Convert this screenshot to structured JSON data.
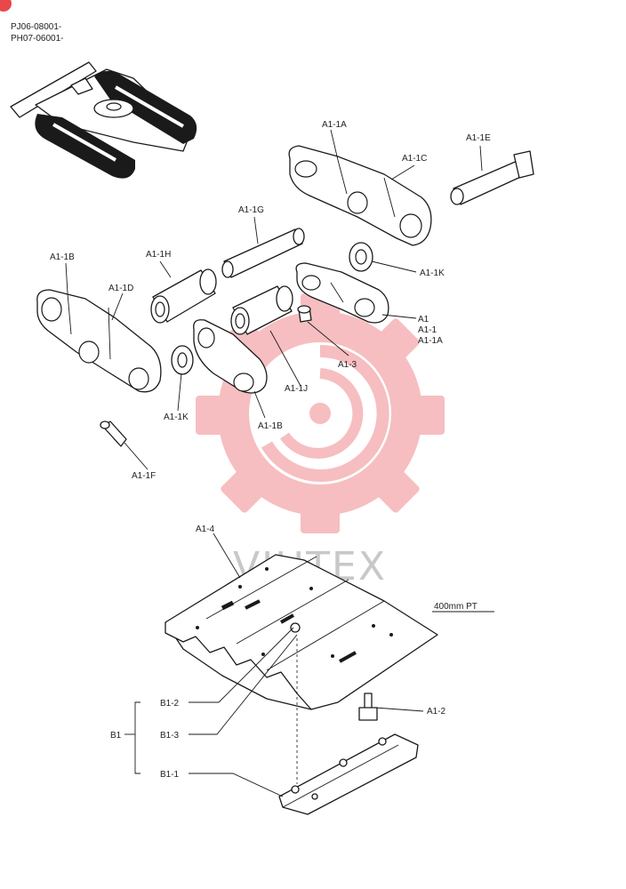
{
  "header": {
    "line1": "PJ06-08001-",
    "line2": "PH07-06001-"
  },
  "watermark": {
    "text": "VIHTEX",
    "color": "#e8474c"
  },
  "labels": {
    "a1_1a": "A1-1A",
    "a1_1c": "A1-1C",
    "a1_1e": "A1-1E",
    "a1_1g": "A1-1G",
    "a1_1b_left": "A1-1B",
    "a1_1h": "A1-1H",
    "a1_1d": "A1-1D",
    "a1_1k_right": "A1-1K",
    "a1": "A1",
    "a1_1": "A1-1",
    "a1_1a_2": "A1-1A",
    "a1_3": "A1-3",
    "a1_1j": "A1-1J",
    "a1_1k_left": "A1-1K",
    "a1_1b_bottom": "A1-1B",
    "a1_1f": "A1-1F",
    "a1_4": "A1-4",
    "shoe_spec": "400mm PT",
    "b1_2": "B1-2",
    "b1_3": "B1-3",
    "b1": "B1",
    "b1_1": "B1-1",
    "a1_2": "A1-2"
  },
  "icons": {
    "corner_badge": "red-circle-icon",
    "excavator": "excavator-undercarriage-icon"
  }
}
